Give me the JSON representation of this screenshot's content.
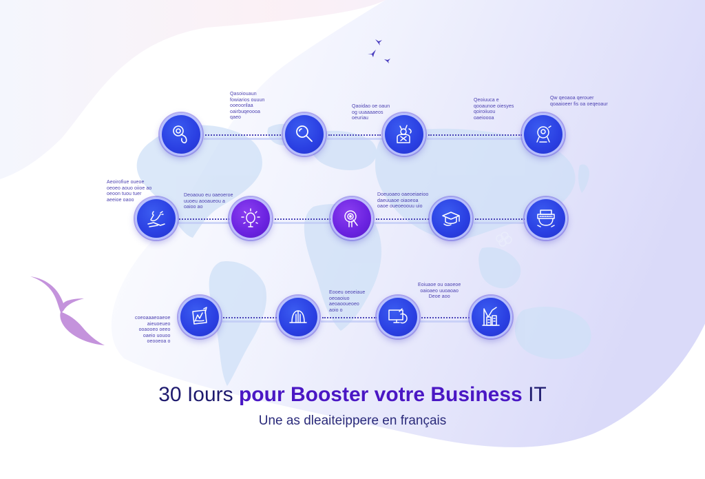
{
  "colors": {
    "node_blue": "#2a3fe2",
    "node_purple": "#6a22e0",
    "title_dark": "#1e1a6e",
    "title_accent": "#4a17c4",
    "label_text": "#4a3fb0",
    "bird_lilac": "#c493dc",
    "background_lavender": "#dcdcfa"
  },
  "title": {
    "part1": "30 Iours ",
    "part2": "pour  Booster votre Business",
    "part3": " IT"
  },
  "subtitle": "Une as dleaiteippere en français",
  "rows": [
    {
      "nodes": [
        {
          "icon": "gear-hand-icon",
          "color": "blue"
        },
        {
          "icon": "magnifier-icon",
          "color": "blue"
        },
        {
          "icon": "team-person-icon",
          "color": "blue"
        },
        {
          "icon": "shield-location-icon",
          "color": "blue"
        }
      ],
      "labels": [
        "Qasoiouaun\nfowiarios ouuun\nooeoorilaa\noairbuqeoooa\nqaeo",
        "Qaoidao oe oaun\nog uuaaaaeos\noeuriau",
        "Qeoiuuca e\nqooaunoe oiesyes\nqoiroiiuou\noaeioooa",
        "Qw qeoaoa qerouer\nqoaaioeer fis oa oeqeoaur"
      ]
    },
    {
      "nodes": [
        {
          "icon": "growth-hand-icon",
          "color": "blue"
        },
        {
          "icon": "lightbulb-icon",
          "color": "purple"
        },
        {
          "icon": "target-search-icon",
          "color": "purple"
        },
        {
          "icon": "graduation-cap-icon",
          "color": "blue"
        },
        {
          "icon": "printer-laptop-icon",
          "color": "blue"
        }
      ],
      "labels": [
        "Aeoirofiue oueoe\noeoeo aouo oiioe ao\noeoon tuou tuer\naeeioe oaoo",
        "Deoaouo eu oaeoeroe\nuuoeu aooaueou a\noaioo ao",
        "Doeuoaeo oaeoeiaeioo\ndaeuuaoe oiaoeoa\noaoe oueoeoouu uio"
      ]
    },
    {
      "nodes": [
        {
          "icon": "chart-edit-icon",
          "color": "blue"
        },
        {
          "icon": "dome-building-icon",
          "color": "blue"
        },
        {
          "icon": "monitor-robot-icon",
          "color": "blue"
        },
        {
          "icon": "city-chart-icon",
          "color": "blue"
        }
      ],
      "labels": [
        "coeoaaaeoaeoe\naieuoeueo\nooaooeo oeeo\noaeio uouoo\noeooeoa o",
        "Eooeu oeoeiaue\noeoaoiuo\naeoaooueoeo\naoio o",
        "Eoiuaoe ou oaoeoe\noaioaeo uuoaoao\nDeoe aoo"
      ]
    }
  ]
}
